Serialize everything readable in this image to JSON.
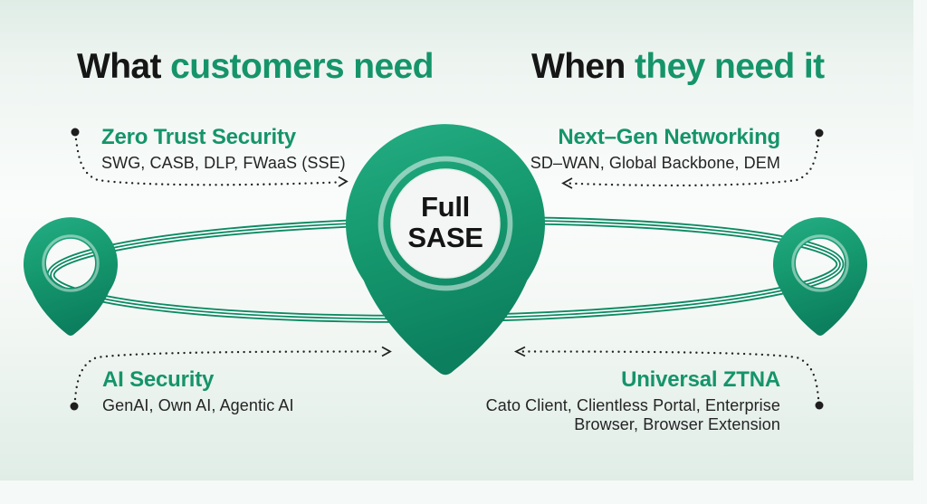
{
  "headings": {
    "left": {
      "prefix": "What ",
      "highlight": "customers need"
    },
    "right": {
      "prefix": "When ",
      "highlight": "they need it"
    }
  },
  "center_pin": {
    "label": "Full\nSASE"
  },
  "quadrants": {
    "top_left": {
      "title": "Zero Trust Security",
      "items": "SWG, CASB, DLP, FWaaS (SSE)"
    },
    "top_right": {
      "title": "Next–Gen Networking",
      "items": "SD–WAN, Global Backbone, DEM"
    },
    "bottom_left": {
      "title": "AI Security",
      "items": "GenAI, Own AI, Agentic AI"
    },
    "bottom_right": {
      "title": "Universal ZTNA",
      "items": "Cato Client, Clientless Portal, Enterprise Browser, Browser Extension"
    }
  },
  "icons": {
    "center_pin": "location-pin-icon",
    "left_pin": "location-pin-icon",
    "right_pin": "location-pin-icon",
    "orbit": "orbit-ring",
    "connectors": "dotted-arrow-line"
  },
  "colors": {
    "accent_green_text": "#15946a",
    "heading_black": "#161616",
    "body_text": "#242424",
    "pin_green_light": "#25ad83",
    "pin_green_mid": "#159468",
    "pin_green_dark": "#0c7f5e",
    "ring_green": "#0d8a63",
    "connector_dark": "#222222",
    "center_circle_fill": "#f3f6f4",
    "stage_bg_edge": "#dfece6",
    "stage_bg_mid": "#fafcfb"
  }
}
